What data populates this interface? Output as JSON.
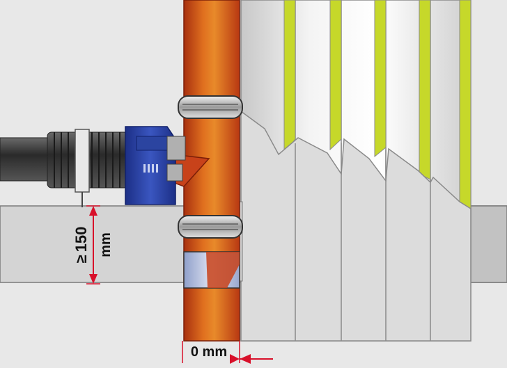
{
  "dimensions": {
    "vertical_prefix": "≥",
    "vertical_value": "150",
    "vertical_unit": "mm",
    "horizontal_value": "0 mm"
  },
  "colors": {
    "background": "#e8e8e8",
    "slab": "#d4d4d4",
    "pipe": "#c8421a",
    "pipe_highlight": "#e88a2a",
    "insulation": "#e6e6e6",
    "insulation_stripe": "#c6d82a",
    "coupling": "#2a44a8",
    "corrugated_hose": "#4a4a4a",
    "dimension": "#d8102a"
  },
  "icons": [
    "pipe-clamp-icon",
    "corrugated-hose-icon",
    "dimension-arrow-icon"
  ]
}
